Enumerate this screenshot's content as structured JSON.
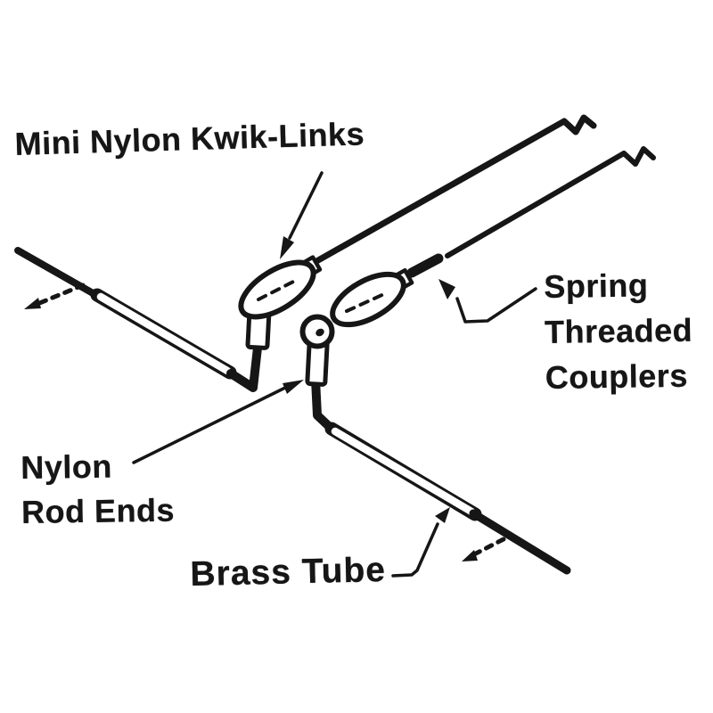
{
  "figure": {
    "type": "parts-diagram",
    "subject": "Model pushrod linkage hardware",
    "colors": {
      "ink": "#161616",
      "paper": "#ffffff"
    },
    "labels": {
      "kwik_links": "Mini Nylon Kwik-Links",
      "spring_couplers": [
        "Spring",
        "Threaded",
        "Couplers"
      ],
      "rod_ends": [
        "Nylon",
        "Rod Ends"
      ],
      "brass_tube": "Brass Tube"
    }
  }
}
